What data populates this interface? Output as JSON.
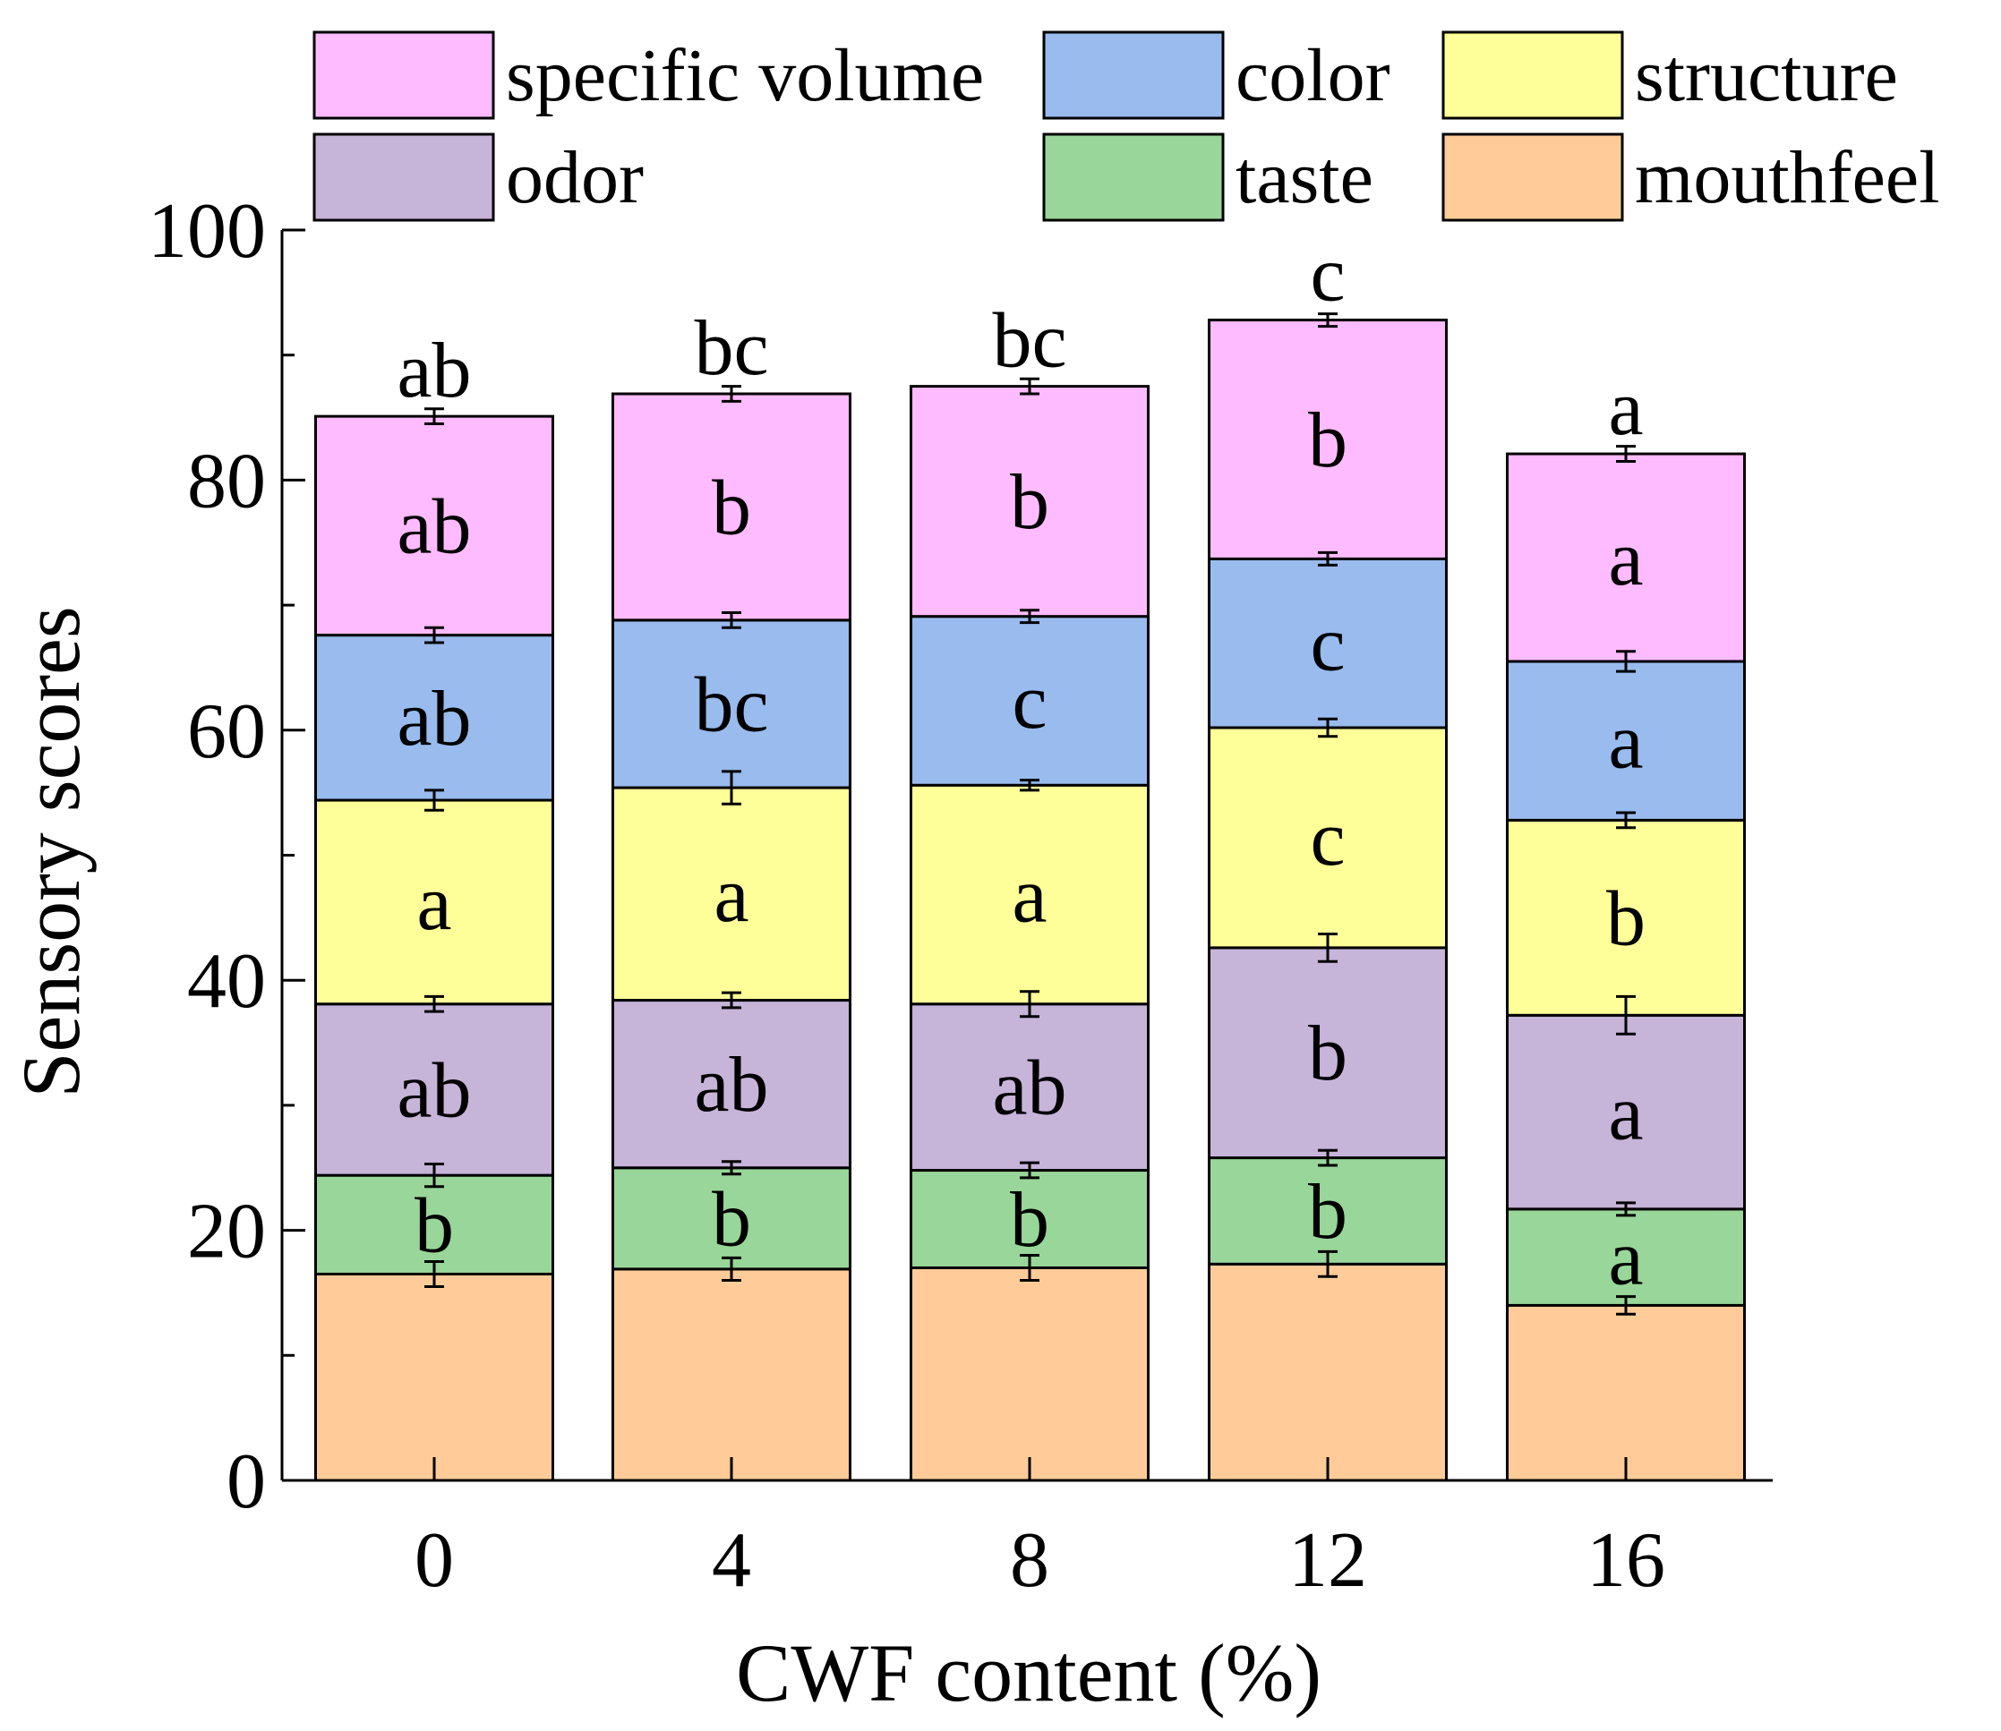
{
  "chart_data": {
    "type": "bar",
    "stacked": true,
    "categories": [
      "0",
      "4",
      "8",
      "12",
      "16"
    ],
    "xlabel": "CWF content (%)",
    "ylabel": "Sensory scores",
    "ylim": [
      0,
      100
    ],
    "yticks": [
      "0",
      "20",
      "40",
      "60",
      "80",
      "100"
    ],
    "series": [
      {
        "name": "mouthfeel",
        "color": "#FFCC99",
        "values": [
          16.5,
          16.9,
          17.0,
          17.3,
          14.0
        ],
        "errors": [
          1.0,
          0.9,
          1.0,
          1.0,
          0.7
        ],
        "letters": [
          "",
          "",
          "",
          "",
          ""
        ]
      },
      {
        "name": "taste",
        "color": "#99D699",
        "values": [
          7.9,
          8.1,
          7.8,
          8.5,
          7.7
        ],
        "errors": [
          0.9,
          0.5,
          0.6,
          0.6,
          0.5
        ],
        "letters": [
          "b",
          "b",
          "b",
          "b",
          "a"
        ]
      },
      {
        "name": "odor",
        "color": "#C7B4D9",
        "values": [
          13.7,
          13.4,
          13.3,
          16.8,
          15.5
        ],
        "errors": [
          0.6,
          0.6,
          1.0,
          1.1,
          1.5
        ],
        "letters": [
          "ab",
          "ab",
          "ab",
          "b",
          "a"
        ]
      },
      {
        "name": "structure",
        "color": "#FFFF99",
        "values": [
          16.3,
          17.0,
          17.5,
          17.6,
          15.6
        ],
        "errors": [
          0.8,
          1.3,
          0.4,
          0.7,
          0.6
        ],
        "letters": [
          "a",
          "a",
          "a",
          "c",
          "b"
        ]
      },
      {
        "name": "color",
        "color": "#99BBEE",
        "values": [
          13.2,
          13.4,
          13.5,
          13.5,
          12.7
        ],
        "errors": [
          0.6,
          0.6,
          0.5,
          0.5,
          0.8
        ],
        "letters": [
          "ab",
          "bc",
          "c",
          "c",
          "a"
        ]
      },
      {
        "name": "specific volume",
        "color": "#FFBBFF",
        "values": [
          17.5,
          18.1,
          18.4,
          19.1,
          16.6
        ],
        "errors": [
          0.6,
          0.6,
          0.6,
          0.5,
          0.6
        ],
        "letters": [
          "ab",
          "b",
          "b",
          "b",
          "a"
        ]
      }
    ],
    "total_letters": [
      "ab",
      "bc",
      "bc",
      "c",
      "a"
    ],
    "legend": {
      "position": "top",
      "columns": 3,
      "order": [
        "specific volume",
        "color",
        "structure",
        "odor",
        "taste",
        "mouthfeel"
      ]
    },
    "grid": false
  }
}
